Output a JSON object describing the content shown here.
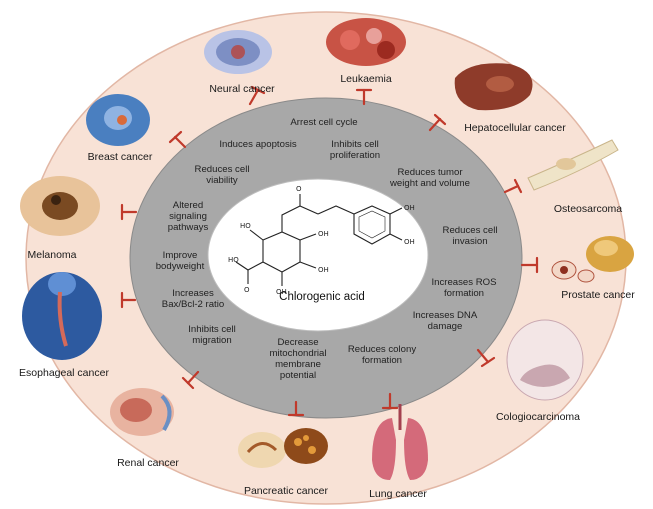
{
  "center": {
    "compound": "Chlorogenic acid"
  },
  "effects": [
    {
      "id": "arrest-cell-cycle",
      "lines": [
        "Arrest cell cycle"
      ]
    },
    {
      "id": "induces-apoptosis",
      "lines": [
        "Induces apoptosis"
      ]
    },
    {
      "id": "inhibits-cell-proliferation",
      "lines": [
        "Inhibits cell",
        "proliferation"
      ]
    },
    {
      "id": "reduces-cell-viability",
      "lines": [
        "Reduces cell",
        "viability"
      ]
    },
    {
      "id": "reduces-tumor-weight-volume",
      "lines": [
        "Reduces tumor",
        "weight and volume"
      ]
    },
    {
      "id": "altered-signaling-pathways",
      "lines": [
        "Altered",
        "signaling",
        "pathways"
      ]
    },
    {
      "id": "reduces-cell-invasion",
      "lines": [
        "Reduces cell",
        "invasion"
      ]
    },
    {
      "id": "improve-bodyweight",
      "lines": [
        "Improve",
        "bodyweight"
      ]
    },
    {
      "id": "increases-ros-formation",
      "lines": [
        "Increases ROS",
        "formation"
      ]
    },
    {
      "id": "increases-bax-bcl2-ratio",
      "lines": [
        "Increases",
        "Bax/Bcl-2 ratio"
      ]
    },
    {
      "id": "increases-dna-damage",
      "lines": [
        "Increases DNA",
        "damage"
      ]
    },
    {
      "id": "inhibits-cell-migration",
      "lines": [
        "Inhibits cell",
        "migration"
      ]
    },
    {
      "id": "decrease-mitochondrial-potential",
      "lines": [
        "Decrease",
        "mitochondrial",
        "membrane",
        "potential"
      ]
    },
    {
      "id": "reduces-colony-formation",
      "lines": [
        "Reduces colony",
        "formation"
      ]
    }
  ],
  "cancers": [
    {
      "id": "neural-cancer",
      "label": "Neural cancer",
      "color": "#7d8fc4"
    },
    {
      "id": "leukaemia",
      "label": "Leukaemia",
      "color": "#c0392b"
    },
    {
      "id": "hepatocellular-cancer",
      "label": "Hepatocellular cancer",
      "color": "#8e3b2a"
    },
    {
      "id": "osteosarcoma",
      "label": "Osteosarcoma",
      "color": "#d8c9a6"
    },
    {
      "id": "prostate-cancer",
      "label": "Prostate cancer",
      "color": "#d9a441"
    },
    {
      "id": "cologiocarcinoma",
      "label": "Cologiocarcinoma",
      "color": "#c9a7b0"
    },
    {
      "id": "lung-cancer",
      "label": "Lung cancer",
      "color": "#d46a7a"
    },
    {
      "id": "pancreatic-cancer",
      "label": "Pancreatic  cancer",
      "color": "#d98a2b"
    },
    {
      "id": "renal-cancer",
      "label": "Renal cancer",
      "color": "#c86a5a"
    },
    {
      "id": "esophageal-cancer",
      "label": "Esophageal cancer",
      "color": "#3a6fb0"
    },
    {
      "id": "melanoma",
      "label": "Melanoma",
      "color": "#c98b4a"
    },
    {
      "id": "breast-cancer",
      "label": "Breast cancer",
      "color": "#4a7fc0"
    }
  ],
  "colors": {
    "outer_ring": "#f8e2d6",
    "middle_ring": "#a8a8a8",
    "inner_disc": "#ffffff",
    "inhibitor": "#c0392b"
  }
}
